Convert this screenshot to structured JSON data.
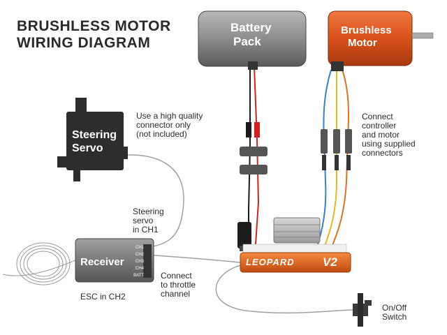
{
  "title": {
    "line1": "BRUSHLESS MOTOR",
    "line2": "WIRING DIAGRAM"
  },
  "components": {
    "battery": {
      "line1": "Battery",
      "line2": "Pack"
    },
    "motor": {
      "line1": "Brushless",
      "line2": "Motor"
    },
    "servo": {
      "line1": "Steering",
      "line2": "Servo"
    },
    "receiver": {
      "label": "Receiver",
      "channels": [
        "CH1",
        "CH2",
        "CH3",
        "CH4",
        "BATT"
      ]
    },
    "esc": {
      "brand": "LEOPARD",
      "version": "V2"
    },
    "switch": {
      "line1": "On/Off",
      "line2": "Switch"
    }
  },
  "notes": {
    "connector": [
      "Use a high quality",
      "connector only",
      "(not included)"
    ],
    "motor_connect": [
      "Connect",
      "controller",
      "and motor",
      "using supplied",
      "connectors"
    ],
    "steering": [
      "Steering",
      "servo",
      "in CH1"
    ],
    "throttle": [
      "Connect",
      "to throttle",
      "channel"
    ],
    "esc_ch2": "ESC in CH2"
  },
  "colors": {
    "battery_fill": "#8a8a8a",
    "motor_fill": "#e05a1c",
    "receiver_fill": "#7a7a7a",
    "esc_fill": "#e8601a",
    "wire_red": "#d42020",
    "wire_black": "#1a1a1a",
    "wire_blue": "#3a7fd0",
    "wire_yellow": "#e8b820",
    "wire_orange": "#e07020"
  }
}
